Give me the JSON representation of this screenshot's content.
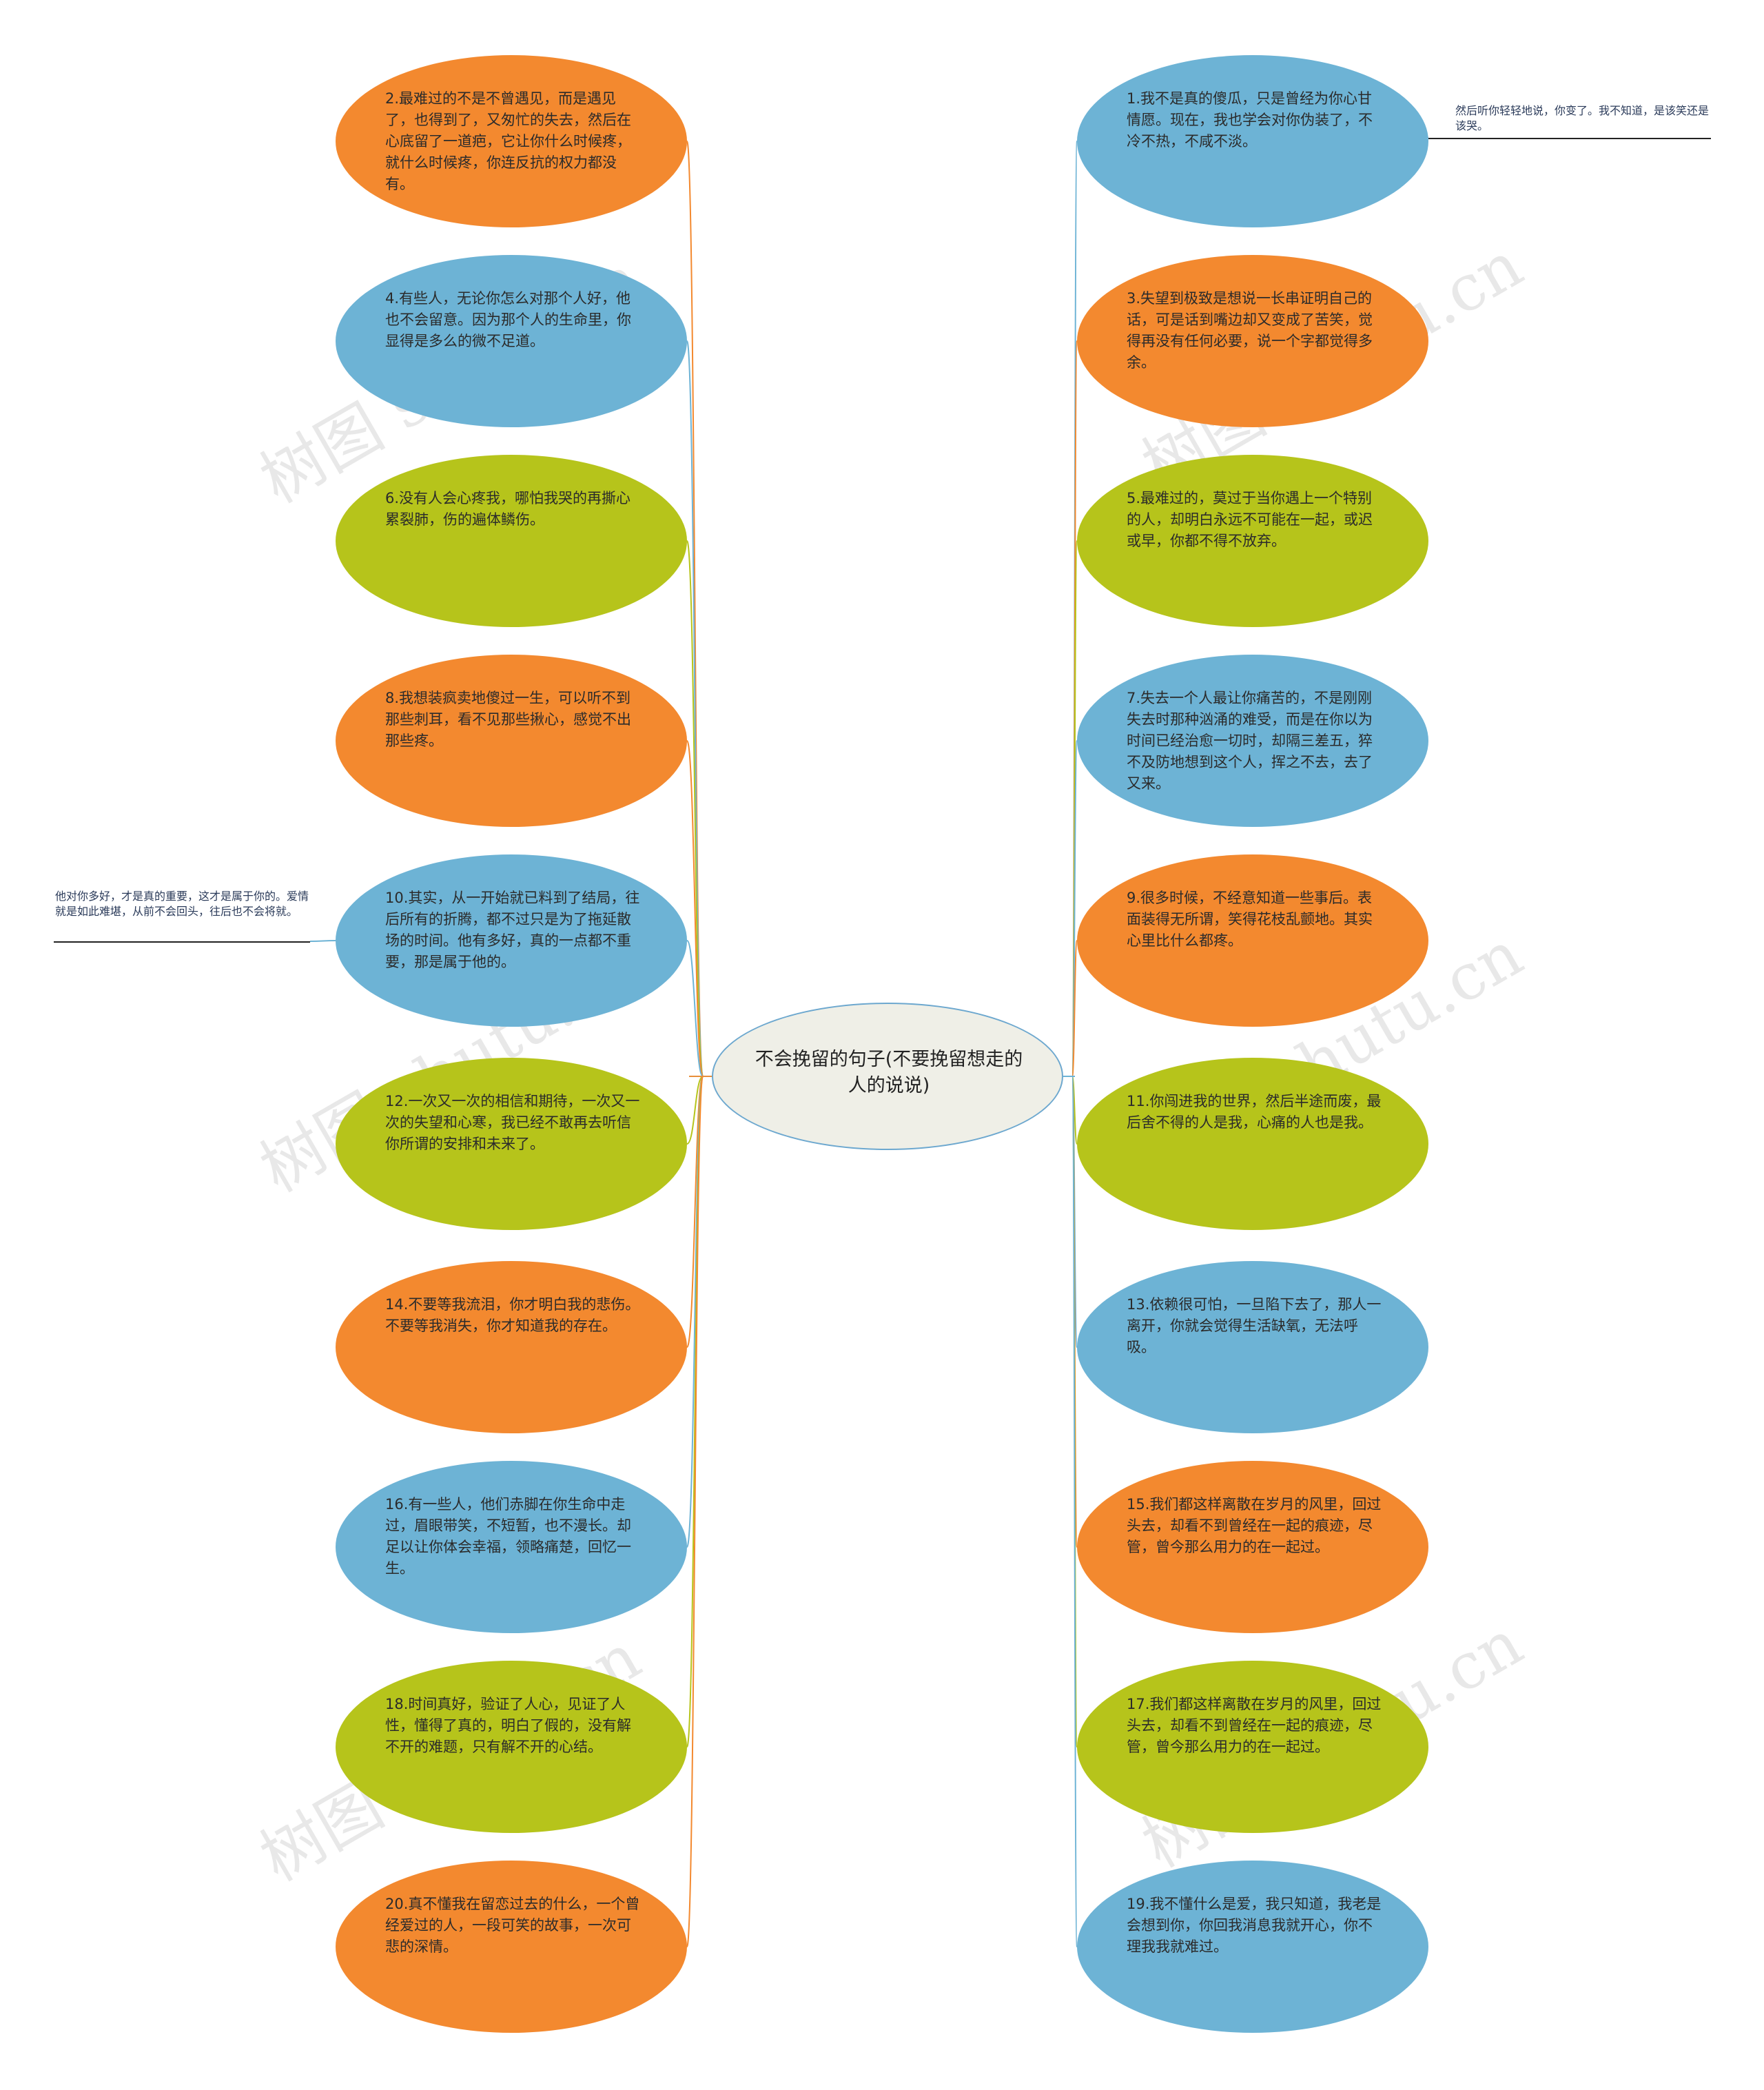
{
  "center": {
    "title": "不会挽留的句子(不要挽留想走的人的说说)"
  },
  "left_nodes": [
    {
      "text": "2.最难过的不是不曾遇见，而是遇见了，也得到了，又匆忙的失去，然后在心底留了一道疤，它让你什么时候疼，就什么时候疼，你连反抗的权力都没有。",
      "color": "orange"
    },
    {
      "text": "4.有些人，无论你怎么对那个人好，他也不会留意。因为那个人的生命里，你显得是多么的微不足道。",
      "color": "blue"
    },
    {
      "text": "6.没有人会心疼我，哪怕我哭的再撕心累裂肺，伤的遍体鳞伤。",
      "color": "green"
    },
    {
      "text": "8.我想装疯卖地傻过一生，可以听不到那些刺耳，看不见那些揪心，感觉不出那些疼。",
      "color": "orange"
    },
    {
      "text": "10.其实，从一开始就已料到了结局，往后所有的折腾，都不过只是为了拖延散场的时间。他有多好，真的一点都不重要，那是属于他的。",
      "color": "blue"
    },
    {
      "text": "12.一次又一次的相信和期待，一次又一次的失望和心寒，我已经不敢再去听信你所谓的安排和未来了。",
      "color": "green"
    },
    {
      "text": "14.不要等我流泪，你才明白我的悲伤。不要等我消失，你才知道我的存在。",
      "color": "orange"
    },
    {
      "text": "16.有一些人，他们赤脚在你生命中走过，眉眼带笑，不短暂，也不漫长。却足以让你体会幸福，领略痛楚，回忆一生。",
      "color": "blue"
    },
    {
      "text": "18.时间真好，验证了人心，见证了人性，懂得了真的，明白了假的，没有解不开的难题，只有解不开的心结。",
      "color": "green"
    },
    {
      "text": "20.真不懂我在留恋过去的什么，一个曾经爱过的人，一段可笑的故事，一次可悲的深情。",
      "color": "orange"
    }
  ],
  "right_nodes": [
    {
      "text": "1.我不是真的傻瓜，只是曾经为你心甘情愿。现在，我也学会对你伪装了，不冷不热，不咸不淡。",
      "color": "blue"
    },
    {
      "text": "3.失望到极致是想说一长串证明自己的话，可是话到嘴边却又变成了苦笑，觉得再没有任何必要，说一个字都觉得多余。",
      "color": "orange"
    },
    {
      "text": "5.最难过的，莫过于当你遇上一个特别的人，却明白永远不可能在一起，或迟或早，你都不得不放弃。",
      "color": "green"
    },
    {
      "text": "7.失去一个人最让你痛苦的，不是刚刚失去时那种汹涌的难受，而是在你以为时间已经治愈一切时，却隔三差五，猝不及防地想到这个人，挥之不去，去了又来。",
      "color": "blue"
    },
    {
      "text": "9.很多时候，不经意知道一些事后。表面装得无所谓，笑得花枝乱颤地。其实心里比什么都疼。",
      "color": "orange"
    },
    {
      "text": "11.你闯进我的世界，然后半途而废，最后舍不得的人是我，心痛的人也是我。",
      "color": "green"
    },
    {
      "text": "13.依赖很可怕，一旦陷下去了，那人一离开，你就会觉得生活缺氧，无法呼吸。",
      "color": "blue"
    },
    {
      "text": "15.我们都这样离散在岁月的风里，回过头去，却看不到曾经在一起的痕迹，尽管，曾今那么用力的在一起过。",
      "color": "orange"
    },
    {
      "text": "17.我们都这样离散在岁月的风里，回过头去，却看不到曾经在一起的痕迹，尽管，曾今那么用力的在一起过。",
      "color": "green"
    },
    {
      "text": "19.我不懂什么是爱，我只知道，我老是会想到你，你回我消息我就开心，你不理我我就难过。",
      "color": "blue"
    }
  ],
  "notes": {
    "right": "然后听你轻轻地说，你变了。我不知道，是该笑还是该哭。",
    "left": "他对你多好，才是真的重要，这才是属于你的。爱情就是如此难堪，从前不会回头，往后也不会将就。"
  },
  "watermark": "树图 shutu.cn",
  "colors": {
    "orange": "#f3892f",
    "blue": "#6db3d5",
    "green": "#b6c41b",
    "center_fill": "#efefe7",
    "center_border": "#6da8cf"
  }
}
